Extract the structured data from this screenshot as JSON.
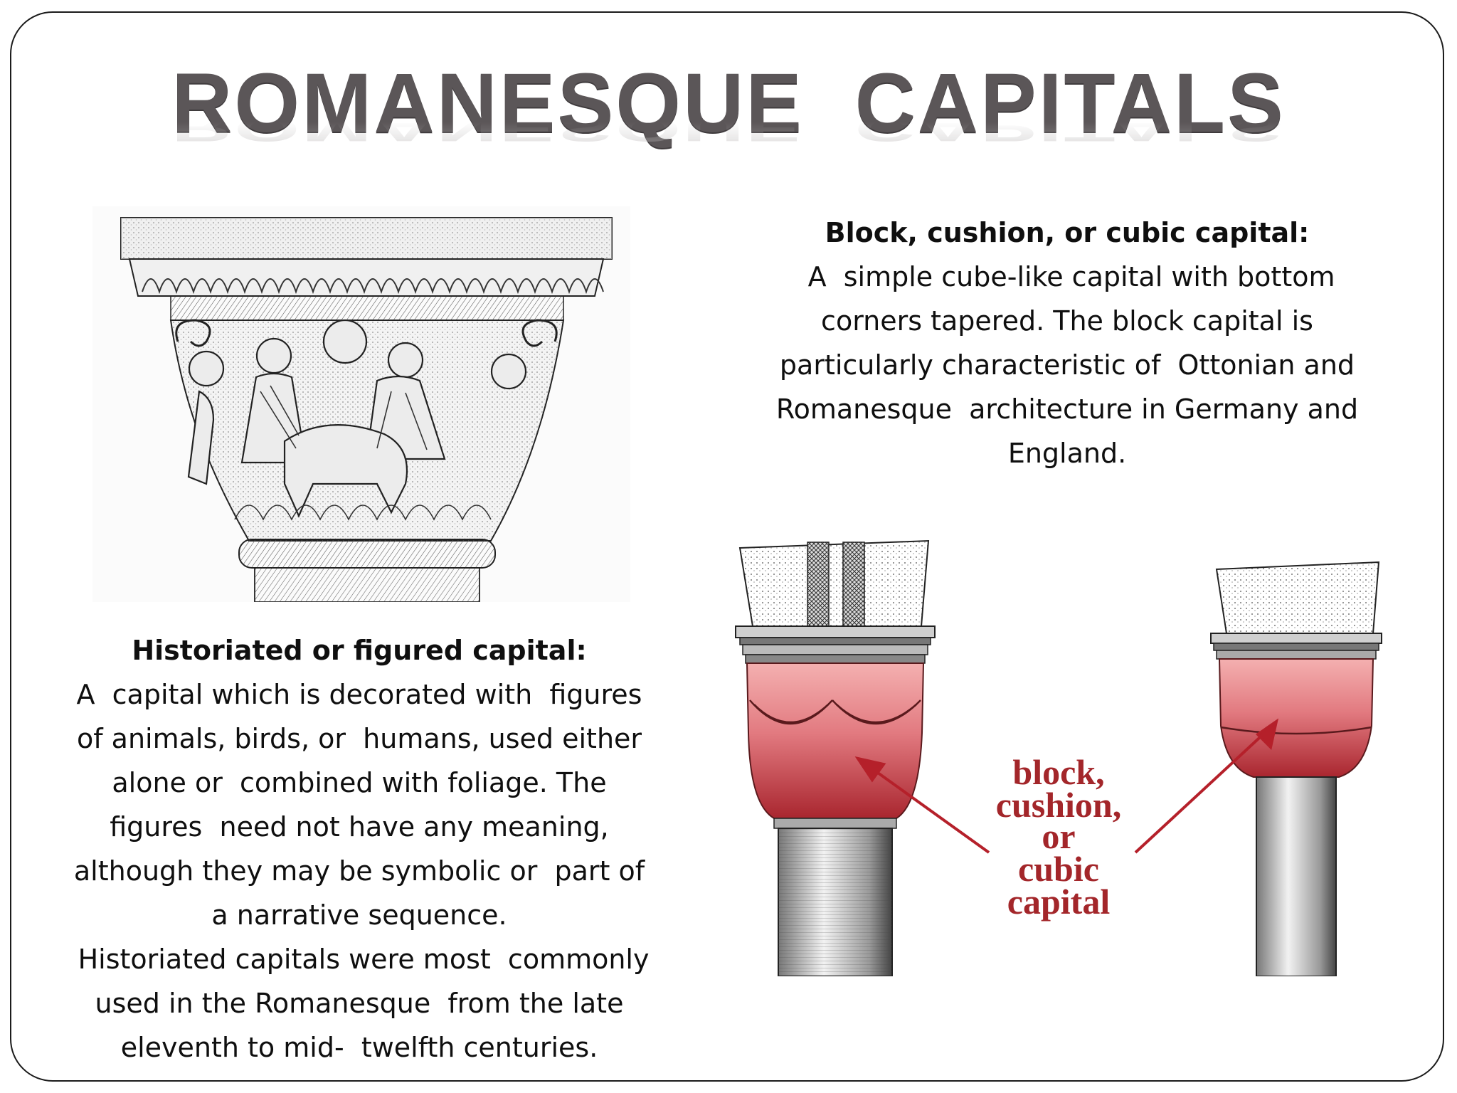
{
  "slide": {
    "title": "ROMANESQUE  CAPITALS"
  },
  "block_section": {
    "heading": "Block, cushion, or cubic capital:",
    "lines": [
      " A  simple cube-like capital with bottom",
      "corners tapered. The block capital is",
      "particularly characteristic of  Ottonian and",
      "Romanesque  architecture in Germany and",
      "England."
    ]
  },
  "historiated_section": {
    "heading": "Historiated or figured capital:",
    "lines": [
      "A  capital which is decorated with  figures",
      "of animals, birds, or  humans, used either",
      "alone or  combined with foliage. The",
      "figures  need not have any meaning,",
      "although they may be symbolic or  part of",
      "a narrative sequence.",
      " Historiated capitals were most  commonly",
      "used in the Romanesque  from the late",
      "eleventh to mid-  twelfth centuries."
    ]
  },
  "illustration_labels": {
    "cushion_annotation": [
      "block,",
      "cushion,",
      "or",
      "cubic",
      "capital"
    ]
  },
  "colors": {
    "title_gray": "#5b5658",
    "annotation_red": "#a3262a",
    "capital_pink": "#f2a6a6",
    "capital_dark_red": "#b5343b"
  }
}
